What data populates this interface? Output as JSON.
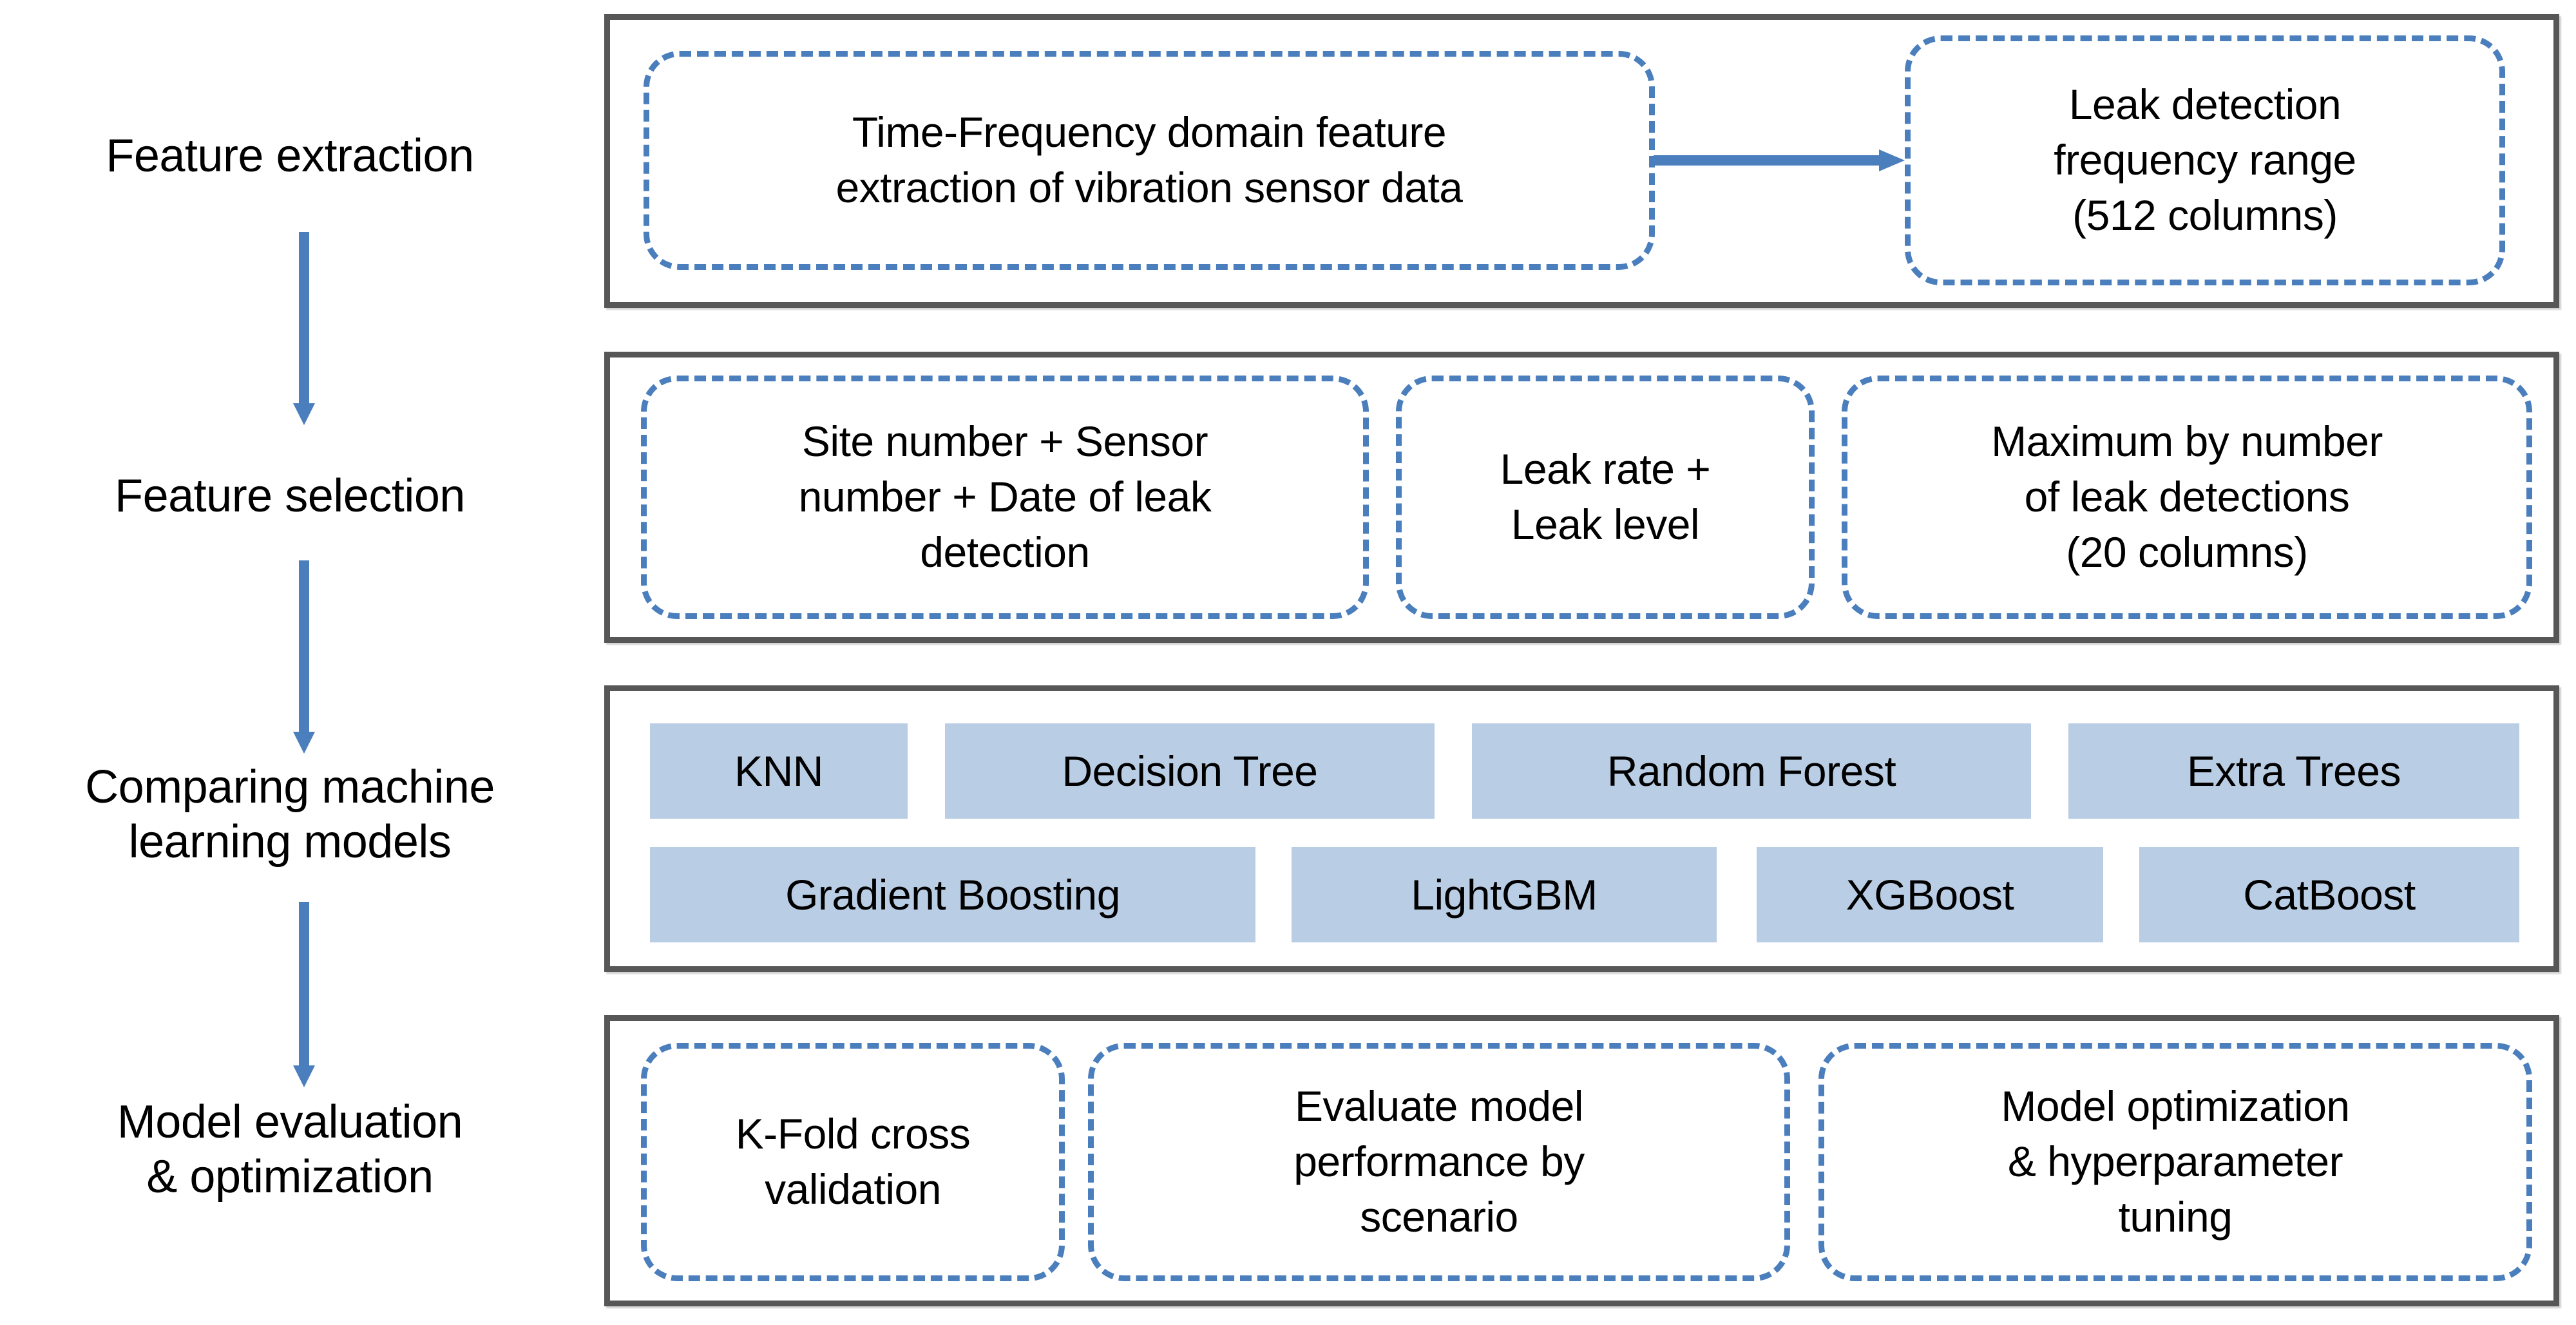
{
  "diagram": {
    "title": "Leak detection machine learning pipeline flowchart",
    "colors": {
      "arrow_blue": "#4A7EBC",
      "dashed_border_blue": "#4A7EBC",
      "chip_fill_blue": "#B9CDE5",
      "section_border_gray": "#575757",
      "text_black": "#000000",
      "background_white": "#FFFFFF"
    },
    "stages": [
      {
        "id": "feature-extraction",
        "label": "Feature extraction"
      },
      {
        "id": "feature-selection",
        "label": "Feature selection"
      },
      {
        "id": "comparing-models",
        "label": "Comparing machine\nlearning models"
      },
      {
        "id": "model-evaluation",
        "label": "Model evaluation\n& optimization"
      }
    ],
    "sections": [
      {
        "id": "feature-extraction-section",
        "nodes": [
          {
            "id": "tf-domain-feature-extraction",
            "label": "Time-Frequency domain feature\nextraction of vibration sensor data"
          },
          {
            "id": "leak-detection-frequency-range",
            "label": "Leak detection\nfrequency range\n(512 columns)"
          }
        ],
        "connector": {
          "id": "extraction-to-range-arrow",
          "direction": "right"
        }
      },
      {
        "id": "feature-selection-section",
        "nodes": [
          {
            "id": "site-sensor-date",
            "label": "Site number + Sensor\nnumber + Date of leak\ndetection"
          },
          {
            "id": "leak-rate-level",
            "label": "Leak rate +\nLeak level"
          },
          {
            "id": "maximum-by-detections",
            "label": "Maximum by number\nof leak detections\n(20 columns)"
          }
        ]
      },
      {
        "id": "models-section",
        "model_rows": [
          [
            {
              "id": "knn",
              "label": "KNN"
            },
            {
              "id": "decision-tree",
              "label": "Decision Tree"
            },
            {
              "id": "random-forest",
              "label": "Random Forest"
            },
            {
              "id": "extra-trees",
              "label": "Extra Trees"
            }
          ],
          [
            {
              "id": "gradient-boosting",
              "label": "Gradient Boosting"
            },
            {
              "id": "lightgbm",
              "label": "LightGBM"
            },
            {
              "id": "xgboost",
              "label": "XGBoost"
            },
            {
              "id": "catboost",
              "label": "CatBoost"
            }
          ]
        ]
      },
      {
        "id": "evaluation-section",
        "nodes": [
          {
            "id": "k-fold-cross-validation",
            "label": "K-Fold cross\nvalidation"
          },
          {
            "id": "evaluate-by-scenario",
            "label": "Evaluate model\nperformance by\nscenario"
          },
          {
            "id": "model-optimization-tuning",
            "label": "Model optimization\n& hyperparameter\ntuning"
          }
        ]
      }
    ]
  }
}
